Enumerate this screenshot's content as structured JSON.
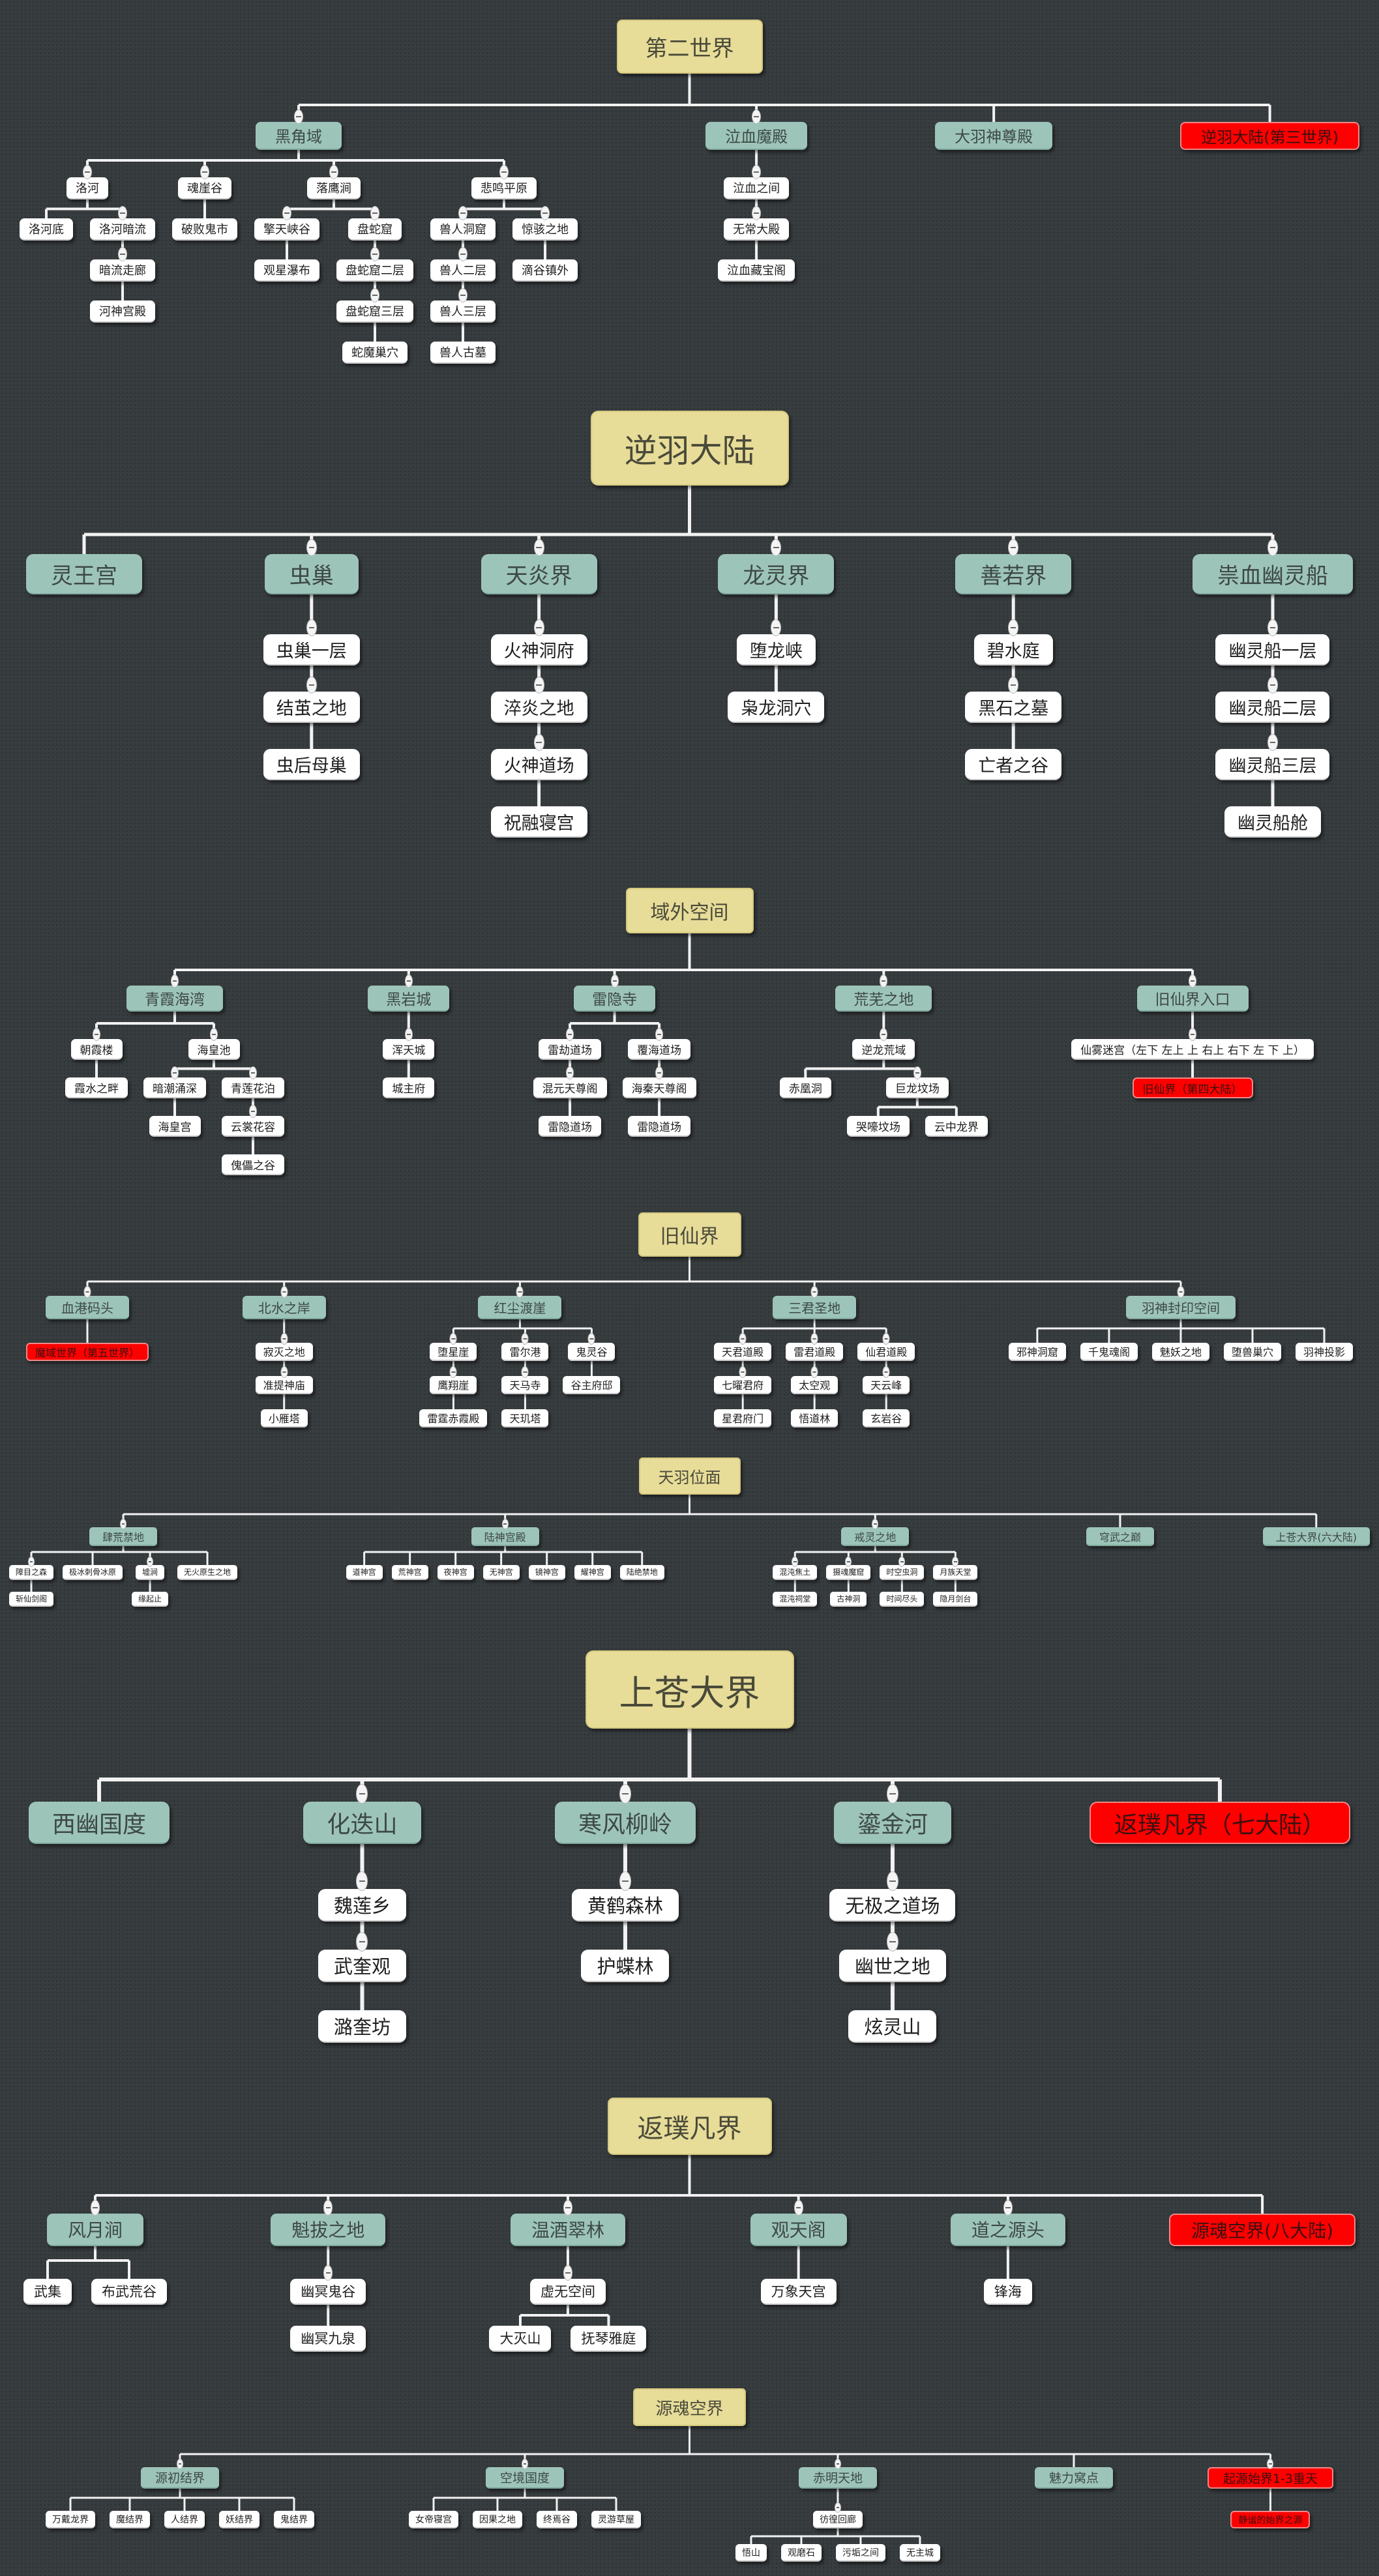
{
  "palette": {
    "background": "#373c3f",
    "root": "#e7dc98",
    "branch": "#9dc4b8",
    "leaf": "#ffffff",
    "highlight": "#fe0000",
    "line": "#f2f2f2"
  },
  "icons": {
    "collapse_toggle": "minus-circle-icon"
  },
  "sections": [
    {
      "root": {
        "label": "第二世界",
        "children": [
          {
            "label": "黑角域",
            "children": [
              {
                "label": "洛河",
                "children": [
                  {
                    "label": "洛河底"
                  },
                  {
                    "label": "洛河暗流",
                    "children": [
                      {
                        "label": "暗流走廊",
                        "children": [
                          {
                            "label": "河神宫殿"
                          }
                        ]
                      }
                    ]
                  }
                ]
              },
              {
                "label": "魂崖谷",
                "children": [
                  {
                    "label": "破败鬼市"
                  }
                ]
              },
              {
                "label": "落鹰涧",
                "children": [
                  {
                    "label": "擎天峡谷",
                    "children": [
                      {
                        "label": "观星瀑布"
                      }
                    ]
                  },
                  {
                    "label": "盘蛇窟",
                    "children": [
                      {
                        "label": "盘蛇窟二层",
                        "children": [
                          {
                            "label": "盘蛇窟三层",
                            "children": [
                              {
                                "label": "蛇魔巢穴"
                              }
                            ]
                          }
                        ]
                      }
                    ]
                  }
                ]
              },
              {
                "label": "悲鸣平原",
                "children": [
                  {
                    "label": "兽人洞窟",
                    "children": [
                      {
                        "label": "兽人二层",
                        "children": [
                          {
                            "label": "兽人三层",
                            "children": [
                              {
                                "label": "兽人古墓"
                              }
                            ]
                          }
                        ]
                      }
                    ]
                  },
                  {
                    "label": "惊骇之地",
                    "children": [
                      {
                        "label": "滴谷镇外"
                      }
                    ]
                  }
                ]
              }
            ]
          },
          {
            "label": "泣血魔殿",
            "children": [
              {
                "label": "泣血之间",
                "children": [
                  {
                    "label": "无常大殿",
                    "children": [
                      {
                        "label": "泣血藏宝阁"
                      }
                    ]
                  }
                ]
              }
            ]
          },
          {
            "label": "大羽神尊殿"
          },
          {
            "label": "逆羽大陆(第三世界)",
            "highlight": true
          }
        ]
      }
    },
    {
      "root": {
        "label": "逆羽大陆",
        "children": [
          {
            "label": "灵王宫"
          },
          {
            "label": "虫巢",
            "children": [
              {
                "label": "虫巢一层",
                "children": [
                  {
                    "label": "结茧之地",
                    "children": [
                      {
                        "label": "虫后母巢"
                      }
                    ]
                  }
                ]
              }
            ]
          },
          {
            "label": "天炎界",
            "children": [
              {
                "label": "火神洞府",
                "children": [
                  {
                    "label": "淬炎之地",
                    "children": [
                      {
                        "label": "火神道场",
                        "children": [
                          {
                            "label": "祝融寝宫"
                          }
                        ]
                      }
                    ]
                  }
                ]
              }
            ]
          },
          {
            "label": "龙灵界",
            "children": [
              {
                "label": "堕龙峡",
                "children": [
                  {
                    "label": "枭龙洞穴"
                  }
                ]
              }
            ]
          },
          {
            "label": "善若界",
            "children": [
              {
                "label": "碧水庭",
                "children": [
                  {
                    "label": "黑石之墓",
                    "children": [
                      {
                        "label": "亡者之谷"
                      }
                    ]
                  }
                ]
              }
            ]
          },
          {
            "label": "祟血幽灵船",
            "children": [
              {
                "label": "幽灵船一层",
                "children": [
                  {
                    "label": "幽灵船二层",
                    "children": [
                      {
                        "label": "幽灵船三层",
                        "children": [
                          {
                            "label": "幽灵船舱"
                          }
                        ]
                      }
                    ]
                  }
                ]
              }
            ]
          }
        ]
      }
    },
    {
      "root": {
        "label": "域外空间",
        "children": [
          {
            "label": "青霞海湾",
            "children": [
              {
                "label": "朝霞楼",
                "children": [
                  {
                    "label": "霞水之畔"
                  }
                ]
              },
              {
                "label": "海皇池",
                "children": [
                  {
                    "label": "暗潮涌深",
                    "children": [
                      {
                        "label": "海皇宫"
                      }
                    ]
                  },
                  {
                    "label": "青莲花泊",
                    "children": [
                      {
                        "label": "云裳花容",
                        "children": [
                          {
                            "label": "傀儡之谷"
                          }
                        ]
                      }
                    ]
                  }
                ]
              }
            ]
          },
          {
            "label": "黑岩城",
            "children": [
              {
                "label": "浑天城",
                "children": [
                  {
                    "label": "城主府"
                  }
                ]
              }
            ]
          },
          {
            "label": "雷隐寺",
            "children": [
              {
                "label": "雷劫道场",
                "children": [
                  {
                    "label": "混元天尊阁",
                    "children": [
                      {
                        "label": "雷隐道场"
                      }
                    ]
                  }
                ]
              },
              {
                "label": "覆海道场",
                "children": [
                  {
                    "label": "海秦天尊阁",
                    "children": [
                      {
                        "label": "雷隐道场"
                      }
                    ]
                  }
                ]
              }
            ]
          },
          {
            "label": "荒芜之地",
            "children": [
              {
                "label": "逆龙荒域",
                "children": [
                  {
                    "label": "赤凰洞"
                  },
                  {
                    "label": "巨龙坟场",
                    "children": [
                      {
                        "label": "哭嚎坟场"
                      },
                      {
                        "label": "云中龙界"
                      }
                    ]
                  }
                ]
              }
            ]
          },
          {
            "label": "旧仙界入口",
            "children": [
              {
                "label": "仙雾迷宫（左下 左上 上 右上 右下 左 下 上）",
                "children": [
                  {
                    "label": "旧仙界（第四大陆）",
                    "highlight": true
                  }
                ]
              }
            ]
          }
        ]
      }
    },
    {
      "root": {
        "label": "旧仙界",
        "children": [
          {
            "label": "血港码头",
            "children": [
              {
                "label": "魔域世界（第五世界）",
                "highlight": true
              }
            ]
          },
          {
            "label": "北水之岸",
            "children": [
              {
                "label": "寂灭之地",
                "children": [
                  {
                    "label": "准提神庙",
                    "children": [
                      {
                        "label": "小雁塔"
                      }
                    ]
                  }
                ]
              }
            ]
          },
          {
            "label": "红尘渡崖",
            "children": [
              {
                "label": "堕星崖",
                "children": [
                  {
                    "label": "鹰翔崖",
                    "children": [
                      {
                        "label": "雷霆赤霞殿"
                      }
                    ]
                  }
                ]
              },
              {
                "label": "雷尔港",
                "children": [
                  {
                    "label": "天马寺",
                    "children": [
                      {
                        "label": "天玑塔"
                      }
                    ]
                  }
                ]
              },
              {
                "label": "鬼灵谷",
                "children": [
                  {
                    "label": "谷主府邸"
                  }
                ]
              }
            ]
          },
          {
            "label": "三君圣地",
            "children": [
              {
                "label": "天君道殿",
                "children": [
                  {
                    "label": "七曜君府",
                    "children": [
                      {
                        "label": "星君府门"
                      }
                    ]
                  }
                ]
              },
              {
                "label": "雷君道殿",
                "children": [
                  {
                    "label": "太空观",
                    "children": [
                      {
                        "label": "悟道林"
                      }
                    ]
                  }
                ]
              },
              {
                "label": "仙君道殿",
                "children": [
                  {
                    "label": "天云峰",
                    "children": [
                      {
                        "label": "玄岩谷"
                      }
                    ]
                  }
                ]
              }
            ]
          },
          {
            "label": "羽神封印空间",
            "children": [
              {
                "label": "邪神洞窟"
              },
              {
                "label": "千鬼魂阁"
              },
              {
                "label": "魅妖之地"
              },
              {
                "label": "堕兽巢穴"
              },
              {
                "label": "羽神投影"
              }
            ]
          }
        ]
      }
    },
    {
      "root": {
        "label": "天羽位面",
        "children": [
          {
            "label": "肆荒禁地",
            "children": [
              {
                "label": "障目之森",
                "children": [
                  {
                    "label": "斩仙剑阁"
                  }
                ]
              },
              {
                "label": "极冰刺骨冰原"
              },
              {
                "label": "墟涧",
                "children": [
                  {
                    "label": "缘起止"
                  }
                ]
              },
              {
                "label": "无火原生之地"
              }
            ]
          },
          {
            "label": "陆神宫殿",
            "children": [
              {
                "label": "道神宫"
              },
              {
                "label": "荒神宫"
              },
              {
                "label": "夜神宫"
              },
              {
                "label": "无神宫"
              },
              {
                "label": "镜神宫"
              },
              {
                "label": "耀神宫"
              },
              {
                "label": "陆绝禁地"
              }
            ]
          },
          {
            "label": "戒灵之地",
            "children": [
              {
                "label": "混沌焦土",
                "children": [
                  {
                    "label": "混沌祠堂"
                  }
                ]
              },
              {
                "label": "摄魂魔窟",
                "children": [
                  {
                    "label": "古神洞"
                  }
                ]
              },
              {
                "label": "时空虫洞",
                "children": [
                  {
                    "label": "时间尽头"
                  }
                ]
              },
              {
                "label": "月族天堂",
                "children": [
                  {
                    "label": "隐月剑台"
                  }
                ]
              }
            ]
          },
          {
            "label": "穹武之巅"
          },
          {
            "label": "上苍大界(六大陆)"
          }
        ]
      }
    },
    {
      "root": {
        "label": "上苍大界",
        "children": [
          {
            "label": "西幽国度"
          },
          {
            "label": "化迭山",
            "children": [
              {
                "label": "魏莲乡",
                "children": [
                  {
                    "label": "武奎观",
                    "children": [
                      {
                        "label": "潞奎坊"
                      }
                    ]
                  }
                ]
              }
            ]
          },
          {
            "label": "寒风柳岭",
            "children": [
              {
                "label": "黄鹤森林",
                "children": [
                  {
                    "label": "护蝶林"
                  }
                ]
              }
            ]
          },
          {
            "label": "鎏金河",
            "children": [
              {
                "label": "无极之道场",
                "children": [
                  {
                    "label": "幽世之地",
                    "children": [
                      {
                        "label": "炫灵山"
                      }
                    ]
                  }
                ]
              }
            ]
          },
          {
            "label": "返璞凡界（七大陆）",
            "highlight": true
          }
        ]
      }
    },
    {
      "root": {
        "label": "返璞凡界",
        "children": [
          {
            "label": "风月涧",
            "children": [
              {
                "label": "武集"
              },
              {
                "label": "布武荒谷"
              }
            ]
          },
          {
            "label": "魁拔之地",
            "children": [
              {
                "label": "幽冥鬼谷",
                "children": [
                  {
                    "label": "幽冥九泉"
                  }
                ]
              }
            ]
          },
          {
            "label": "温酒翠林",
            "children": [
              {
                "label": "虚无空间",
                "children": [
                  {
                    "label": "大灭山"
                  },
                  {
                    "label": "抚琴雅庭"
                  }
                ]
              }
            ]
          },
          {
            "label": "观天阁",
            "children": [
              {
                "label": "万象天宫"
              }
            ]
          },
          {
            "label": "道之源头",
            "children": [
              {
                "label": "锋海"
              }
            ]
          },
          {
            "label": "源魂空界(八大陆)",
            "highlight": true
          }
        ]
      }
    },
    {
      "root": {
        "label": "源魂空界",
        "children": [
          {
            "label": "源初结界",
            "children": [
              {
                "label": "万戴龙界"
              },
              {
                "label": "魔结界"
              },
              {
                "label": "人结界"
              },
              {
                "label": "妖结界"
              },
              {
                "label": "鬼结界"
              }
            ]
          },
          {
            "label": "空境国度",
            "children": [
              {
                "label": "女帝寝宫"
              },
              {
                "label": "因果之地"
              },
              {
                "label": "终焉谷"
              },
              {
                "label": "灵游草屋"
              }
            ]
          },
          {
            "label": "赤明天地",
            "children": [
              {
                "label": "彷徨回廊",
                "children": [
                  {
                    "label": "悟山"
                  },
                  {
                    "label": "观磨石"
                  },
                  {
                    "label": "污垢之间"
                  },
                  {
                    "label": "无主城"
                  }
                ]
              }
            ]
          },
          {
            "label": "魅力窝点"
          },
          {
            "label": "起源始界1-3重天",
            "highlight": true,
            "children": [
              {
                "label": "静谧的始界之源",
                "highlight": true
              }
            ]
          }
        ]
      }
    }
  ]
}
